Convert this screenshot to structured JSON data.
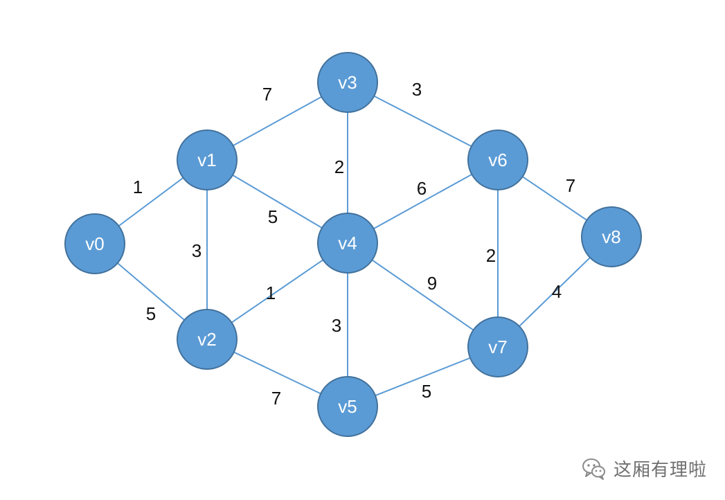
{
  "graph": {
    "nodes": [
      {
        "id": "v0",
        "label": "v0"
      },
      {
        "id": "v1",
        "label": "v1"
      },
      {
        "id": "v2",
        "label": "v2"
      },
      {
        "id": "v3",
        "label": "v3"
      },
      {
        "id": "v4",
        "label": "v4"
      },
      {
        "id": "v5",
        "label": "v5"
      },
      {
        "id": "v6",
        "label": "v6"
      },
      {
        "id": "v7",
        "label": "v7"
      },
      {
        "id": "v8",
        "label": "v8"
      }
    ],
    "edges": [
      {
        "from": "v0",
        "to": "v1",
        "weight": "1"
      },
      {
        "from": "v0",
        "to": "v2",
        "weight": "5"
      },
      {
        "from": "v1",
        "to": "v2",
        "weight": "3"
      },
      {
        "from": "v1",
        "to": "v3",
        "weight": "7"
      },
      {
        "from": "v1",
        "to": "v4",
        "weight": "5"
      },
      {
        "from": "v2",
        "to": "v4",
        "weight": "1"
      },
      {
        "from": "v2",
        "to": "v5",
        "weight": "7"
      },
      {
        "from": "v3",
        "to": "v4",
        "weight": "2"
      },
      {
        "from": "v3",
        "to": "v6",
        "weight": "3"
      },
      {
        "from": "v4",
        "to": "v5",
        "weight": "3"
      },
      {
        "from": "v4",
        "to": "v6",
        "weight": "6"
      },
      {
        "from": "v4",
        "to": "v7",
        "weight": "9"
      },
      {
        "from": "v5",
        "to": "v7",
        "weight": "5"
      },
      {
        "from": "v6",
        "to": "v7",
        "weight": "2"
      },
      {
        "from": "v6",
        "to": "v8",
        "weight": "7"
      },
      {
        "from": "v7",
        "to": "v8",
        "weight": "4"
      }
    ]
  },
  "colors": {
    "node_fill": "#5b9bd5",
    "node_stroke": "#41719c",
    "edge": "#5b9bd5",
    "weight_text": "#111111"
  },
  "watermark": {
    "icon": "wechat-icon",
    "text": "这厢有理啦"
  }
}
